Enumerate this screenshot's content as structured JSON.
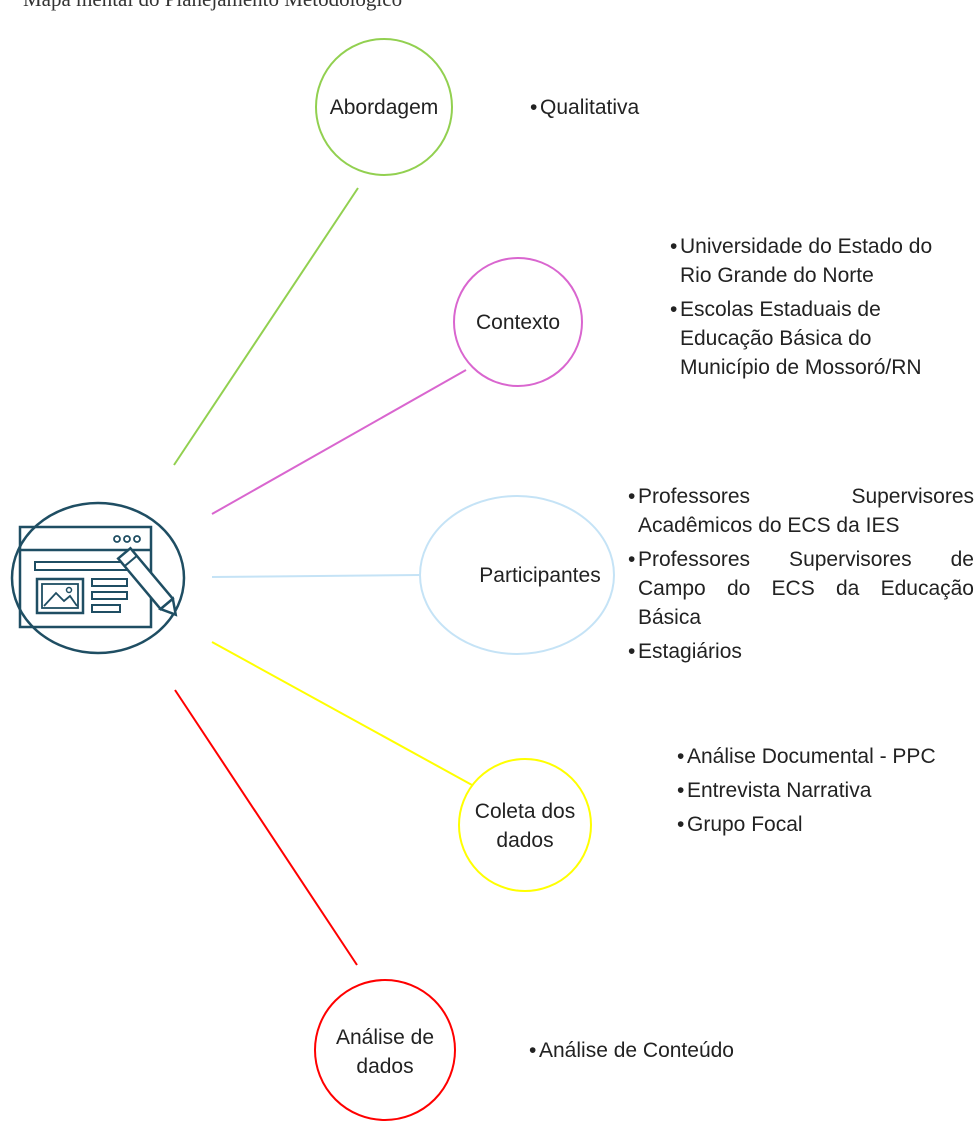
{
  "caption": "Mapa mental do Planejamento Metodológico",
  "center_icon": "document-edit-icon",
  "colors": {
    "abordagem": "#92d050",
    "contexto": "#d966cf",
    "participantes": "#c5e3f6",
    "coleta": "#ffff00",
    "analise": "#ff0000",
    "center": "#1f4e63"
  },
  "nodes": {
    "abordagem": {
      "label": "Abordagem",
      "items": [
        "Qualitativa"
      ]
    },
    "contexto": {
      "label": "Contexto",
      "items": [
        "Universidade do Estado do Rio Grande do Norte",
        "Escolas Estaduais de Educação Básica do Município de Mossoró/RN"
      ]
    },
    "participantes": {
      "label": "Participantes",
      "items": [
        "Professores Supervisores Acadêmicos do ECS da IES",
        "Professores Supervisores de Campo do ECS da Educação Básica",
        "Estagiários"
      ]
    },
    "coleta": {
      "label_line1": "Coleta dos",
      "label_line2": "dados",
      "items": [
        "Análise Documental - PPC",
        "Entrevista Narrativa",
        "Grupo Focal"
      ]
    },
    "analise": {
      "label_line1": "Análise de",
      "label_line2": "dados",
      "items": [
        "Análise de Conteúdo"
      ]
    }
  }
}
